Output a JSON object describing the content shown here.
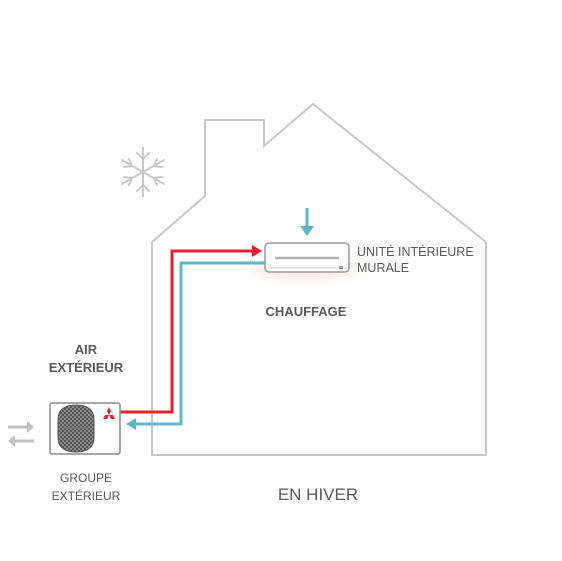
{
  "labels": {
    "indoor_unit_line1": "UNITÉ INTÉRIEURE",
    "indoor_unit_line2": "MURALE",
    "mode": "CHAUFFAGE",
    "outdoor_air_line1": "AIR",
    "outdoor_air_line2": "EXTÉRIEUR",
    "outdoor_unit_line1": "GROUPE",
    "outdoor_unit_line2": "EXTÉRIEUR",
    "season": "EN HIVER"
  },
  "colors": {
    "house_outline": "#c8c8c8",
    "hot_pipe": "#e3202c",
    "cold_pipe": "#5bb8c4",
    "text": "#5a5a5a",
    "snowflake": "#c8c8c8",
    "airflow_arrows": "#c0c0c0",
    "brand_logo": "#e3202c"
  },
  "icons": {
    "weather": "snowflake-icon",
    "airflow": "exchange-arrows-icon",
    "brand": "three-diamonds-logo"
  }
}
